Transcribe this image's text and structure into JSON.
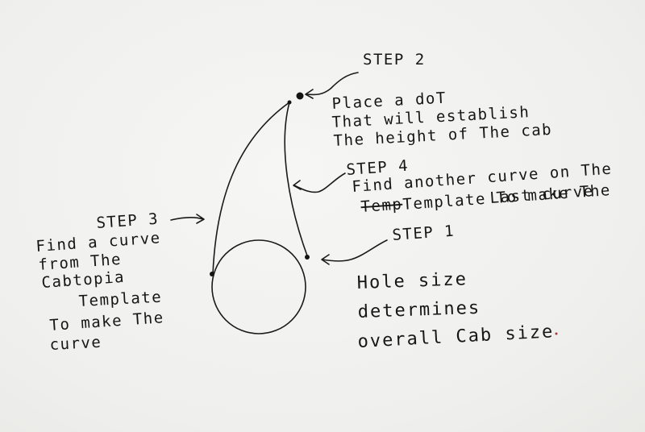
{
  "notes": {
    "step2": {
      "title": "STEP 2",
      "lines": [
        "Place a doT",
        "That will establish",
        "The height of The cab"
      ]
    },
    "step4": {
      "title": "STEP 4",
      "lines": [
        "Find another curve on The",
        "Template To make The",
        "Last curve"
      ],
      "struck": "Temp"
    },
    "step3": {
      "title": "STEP 3",
      "lines": [
        "Find a curve",
        "from The",
        "Cabtopia",
        "Template",
        "To make The",
        "curve"
      ]
    },
    "step1": {
      "title": "STEP 1",
      "lines": [
        "Hole size",
        "determines",
        "overall Cab size"
      ]
    }
  },
  "colors": {
    "ink": "#1a1a1a",
    "paper": "#f1f1ef",
    "speck": "#a33a3a"
  }
}
